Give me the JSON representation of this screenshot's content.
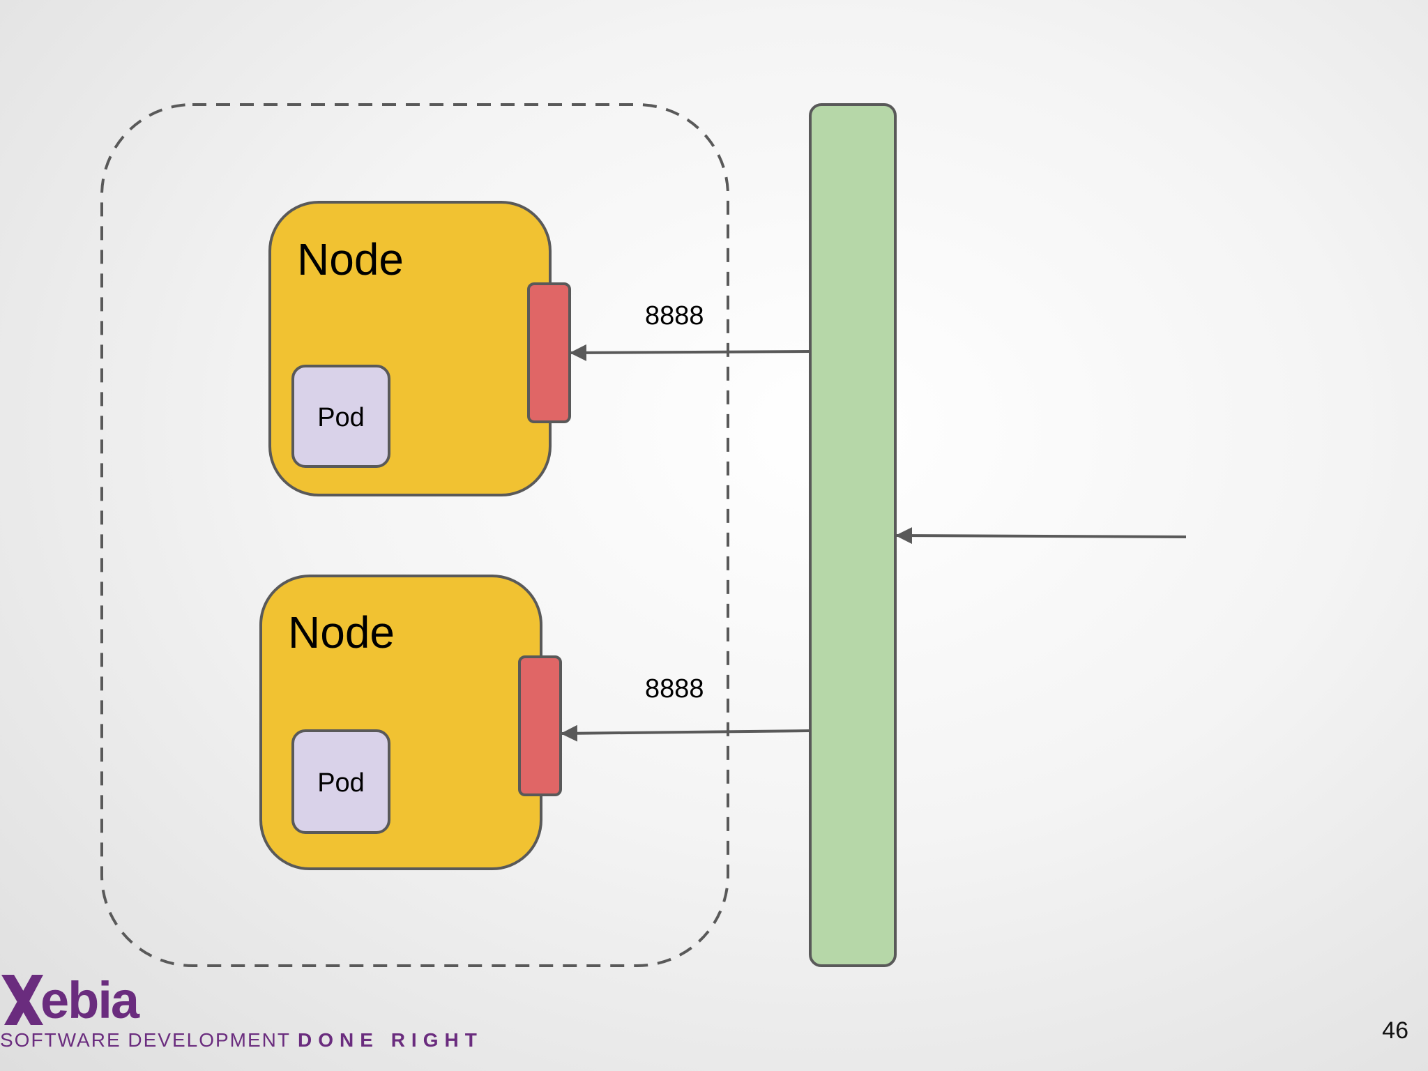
{
  "diagram": {
    "nodes": [
      {
        "title": "Node",
        "pod_label": "Pod",
        "port_label": "8888"
      },
      {
        "title": "Node",
        "pod_label": "Pod",
        "port_label": "8888"
      }
    ]
  },
  "brand": {
    "wordmark_text": "ebia",
    "tagline_light": "SOFTWARE DEVELOPMENT",
    "tagline_bold": "DONE RIGHT"
  },
  "slide_number": "46",
  "colors": {
    "node_fill": "#f1c232",
    "pod_fill": "#d9d2e9",
    "port_fill": "#e06666",
    "load_balancer_fill": "#b6d7a8",
    "outline": "#595959",
    "brand_purple": "#6a2c7e"
  }
}
